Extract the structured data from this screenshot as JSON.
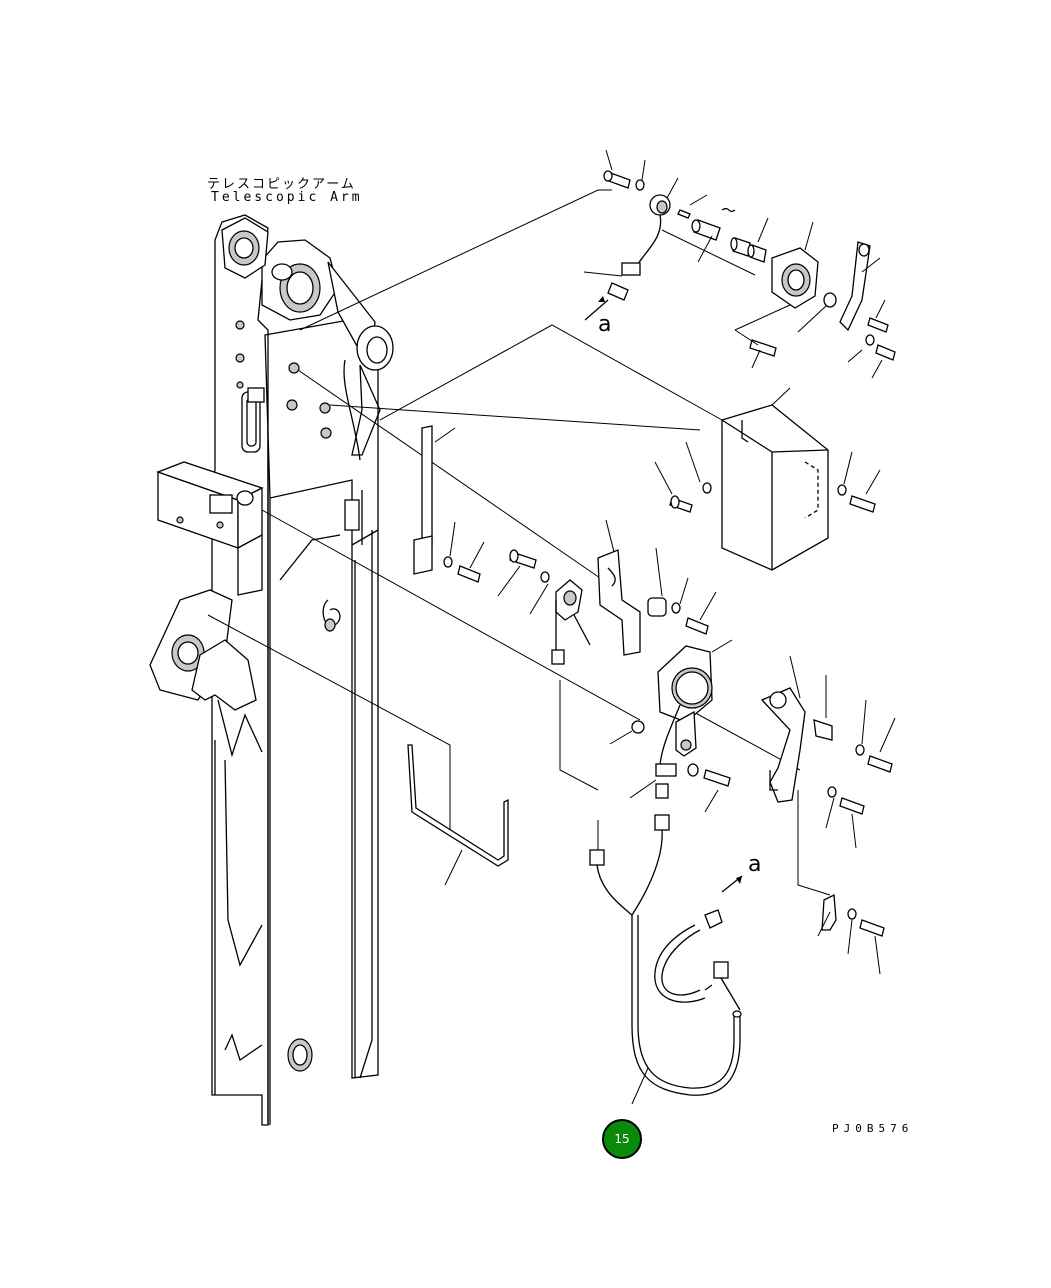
{
  "title": {
    "japanese": "テレスコピックアーム",
    "english": "Telescopic Arm"
  },
  "callouts": {
    "view_a_top": "a",
    "view_a_bottom": "a"
  },
  "drawing_code": "PJ0B576",
  "page_badge": {
    "label": "15",
    "color": "#0a8a0a"
  }
}
